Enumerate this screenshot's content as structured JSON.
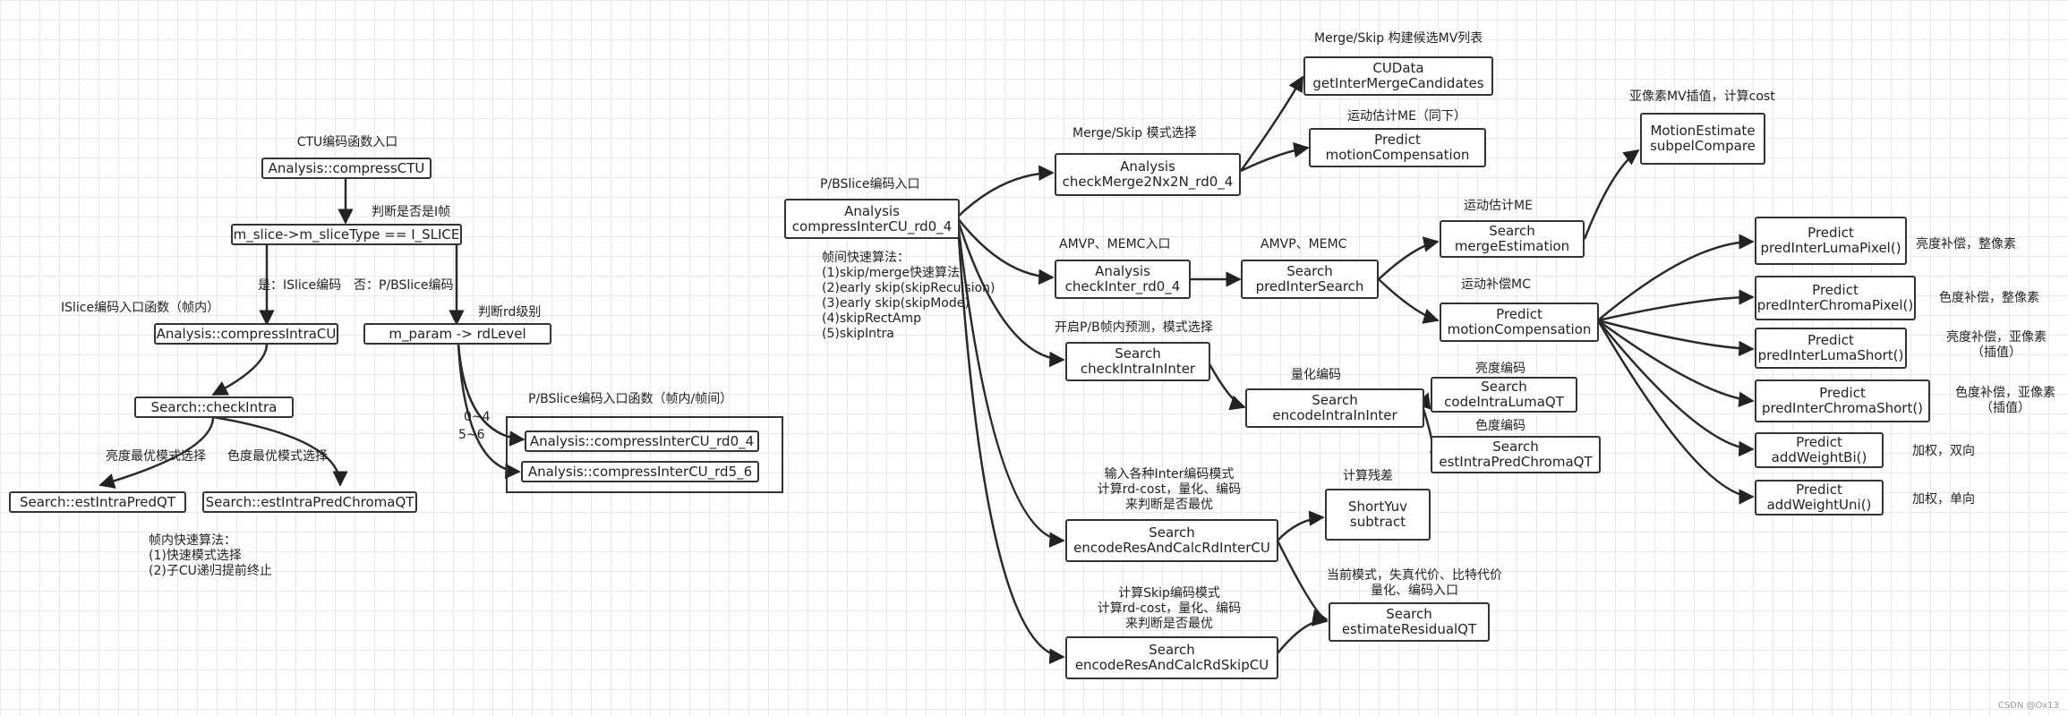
{
  "nodes": {
    "compress_ctu": "Analysis::compressCTU",
    "slice_type": "m_slice->m_sliceType == I_SLICE",
    "compress_intra_cu": "Analysis::compressIntraCU",
    "rd_level": "m_param -> rdLevel",
    "check_intra": "Search::checkIntra",
    "est_intra_pred_qt": "Search::estIntraPredQT",
    "est_intra_pred_chroma_qt_left": "Search::estIntraPredChromaQT",
    "inter_rd0_4_small": "Analysis::compressInterCU_rd0_4",
    "inter_rd5_6": "Analysis::compressInterCU_rd5_6",
    "pb_entry": [
      "Analysis",
      "compressInterCU_rd0_4"
    ],
    "check_merge": [
      "Analysis",
      "checkMerge2Nx2N_rd0_4"
    ],
    "check_inter": [
      "Analysis",
      "checkInter_rd0_4"
    ],
    "check_intra_in_inter": [
      "Search",
      "checkIntraInInter"
    ],
    "encode_res_inter": [
      "Search",
      "encodeResAndCalcRdInterCU"
    ],
    "encode_res_skip": [
      "Search",
      "encodeResAndCalcRdSkipCU"
    ],
    "cudata_merge": [
      "CUData",
      "getInterMergeCandidates"
    ],
    "predict_mc_top": [
      "Predict",
      "motionCompensation"
    ],
    "pred_inter_search": [
      "Search",
      "predInterSearch"
    ],
    "encode_intra_in_inter": [
      "Search",
      "encodeIntraInInter"
    ],
    "short_yuv": [
      "ShortYuv",
      "subtract"
    ],
    "estimate_residual_qt": [
      "Search",
      "estimateResidualQT"
    ],
    "motion_estimate": [
      "MotionEstimate",
      "subpelCompare"
    ],
    "merge_estimation": [
      "Search",
      "mergeEstimation"
    ],
    "predict_mc": [
      "Predict",
      "motionCompensation"
    ],
    "code_intra_luma_qt": [
      "Search",
      "codeIntraLumaQT"
    ],
    "est_intra_pred_chroma_qt": [
      "Search",
      "estIntraPredChromaQT"
    ],
    "pred_luma_pixel": [
      "Predict",
      "predInterLumaPixel()"
    ],
    "pred_chroma_pixel": [
      "Predict",
      "predInterChromaPixel()"
    ],
    "pred_luma_short": [
      "Predict",
      "predInterLumaShort()"
    ],
    "pred_chroma_short": [
      "Predict",
      "predInterChromaShort()"
    ],
    "add_weight_bi": [
      "Predict",
      "addWeightBi()"
    ],
    "add_weight_uni": [
      "Predict",
      "addWeightUni()"
    ]
  },
  "labels": {
    "ctu_entry": "CTU编码函数入口",
    "is_i_frame": "判断是否是I帧",
    "yes_islice": "是：ISlice编码",
    "no_pbslice": "否：P/BSlice编码",
    "islice_entry": "ISlice编码入口函数（帧内）",
    "rd_level_judge": "判断rd级别",
    "luma_best_mode": "亮度最优模式选择",
    "chroma_best_mode": "色度最优模式选择",
    "intra_fast": [
      "帧内快速算法：",
      "(1)快速模式选择",
      "(2)子CU递归提前终止"
    ],
    "range_0_4": "0~4",
    "range_5_6": "5~6",
    "pb_entry_fn": "P/BSlice编码入口函数（帧内/帧间）",
    "pb_entry": "P/BSlice编码入口",
    "inter_fast": [
      "帧间快速算法：",
      "(1)skip/merge快速算法",
      "(2)early skip(skipRecuision)",
      "(3)early skip(skipMode)",
      "(4)skipRectAmp",
      "(5)skipIntra"
    ],
    "merge_skip_mode": "Merge/Skip 模式选择",
    "merge_skip_mv": "Merge/Skip 构建候选MV列表",
    "me_same": "运动估计ME（同下）",
    "amvp_memc_entry": "AMVP、MEMC入口",
    "amvp_memc": "AMVP、MEMC",
    "pb_intra_pred": "开启P/B帧内预测，模式选择",
    "quant_encode": "量化编码",
    "inter_mode_input": [
      "输入各种Inter编码模式",
      "计算rd-cost，量化、编码",
      "来判断是否最优"
    ],
    "calc_residual": "计算残差",
    "skip_mode_calc": [
      "计算Skip编码模式",
      "计算rd-cost，量化、编码",
      "来判断是否最优"
    ],
    "current_mode_cost": [
      "当前模式，失真代价、比特代价",
      "量化、编码入口"
    ],
    "subpel_interp": "亚像素MV插值，计算cost",
    "motion_estimation_me": "运动估计ME",
    "motion_comp_mc": "运动补偿MC",
    "luma_encode": "亮度编码",
    "chroma_encode": "色度编码",
    "luma_interp_int": "亮度补偿，整像素",
    "chroma_interp_int": "色度补偿，整像素",
    "luma_interp_sub": [
      "亮度补偿，亚像素",
      "（插值）"
    ],
    "chroma_interp_sub": [
      "色度补偿，亚像素",
      "（插值）"
    ],
    "weight_bi": "加权，双向",
    "weight_uni": "加权，单向"
  },
  "watermark": "CSDN @Ox13"
}
